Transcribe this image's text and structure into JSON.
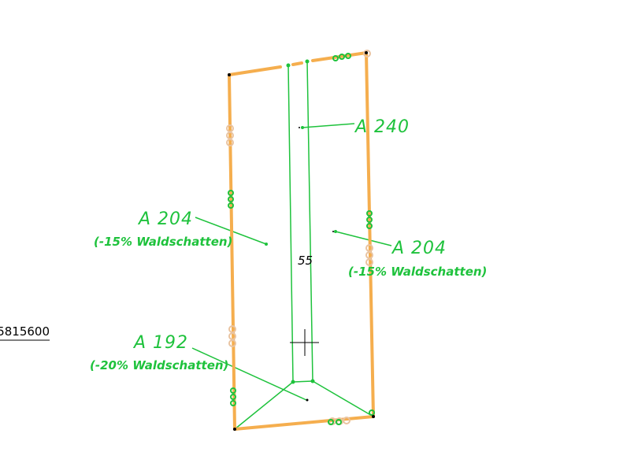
{
  "colors": {
    "boundary": "#f5ae4e",
    "boundary_marks": "#e9c3a0",
    "annotation": "#1ec23c",
    "ink": "#000000"
  },
  "labels": {
    "parcel_top": {
      "value": "A 240"
    },
    "parcel_left": {
      "value": "A 204",
      "note": "(-15% Waldschatten)"
    },
    "parcel_right": {
      "value": "A 204",
      "note": "(-15% Waldschatten)"
    },
    "parcel_bottom": {
      "value": "A 192",
      "note": "(-20% Waldschatten)"
    },
    "path_number": "55",
    "coordinate": "5815600"
  },
  "icons": {
    "crosshair": "crosshair-icon",
    "vertex": "vertex-point-icon"
  }
}
